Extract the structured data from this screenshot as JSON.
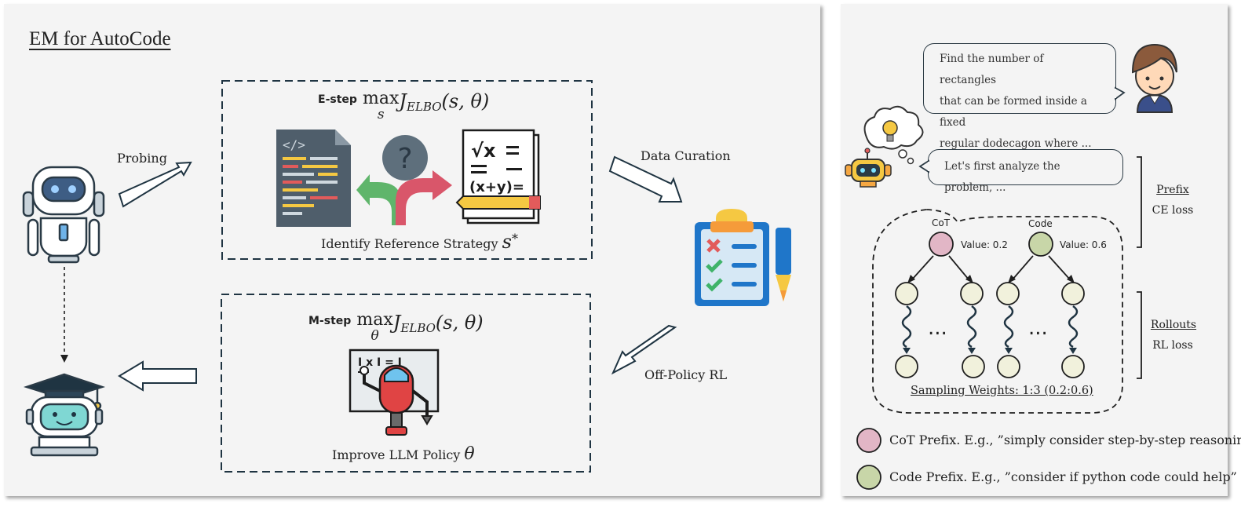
{
  "left": {
    "title": "EM for AutoCode",
    "probing": "Probing",
    "data_curation": "Data Curation",
    "off_policy": "Off-Policy RL",
    "estep": {
      "label": "E-step",
      "op": "max",
      "sub": "s",
      "expr": "J",
      "exprsub": "ELBO",
      "args": "(s, θ)",
      "caption": "Identify Reference Strategy",
      "capvar": "s",
      "capsup": "*"
    },
    "mstep": {
      "label": "M-step",
      "op": "max",
      "sub": "θ",
      "expr": "J",
      "exprsub": "ELBO",
      "args": "(s, θ)",
      "caption": "Improve LLM Policy",
      "capvar": "θ"
    },
    "math_card": {
      "l1": "√x",
      "l2": "(x+y)="
    },
    "board_text": "I x I = I"
  },
  "right": {
    "user_bubble": [
      "Find the number of rectangles",
      "that can be formed inside a fixed",
      "regular dodecagon where ..."
    ],
    "bot_bubble": "Let's first analyze the problem, ...",
    "prefix": {
      "title": "Prefix",
      "loss": "CE loss"
    },
    "rollouts": {
      "title": "Rollouts",
      "loss": "RL loss"
    },
    "cot": {
      "name": "CoT",
      "value": "Value: 0.2"
    },
    "code": {
      "name": "Code",
      "value": "Value: 0.6"
    },
    "ellipsis": "...",
    "sampling": "Sampling Weights: 1:3 (0.2:0.6)",
    "legend": [
      {
        "text": "CoT Prefix. E.g., ”simply consider step-by-step reasoning”",
        "color": "#e2b6c6"
      },
      {
        "text": "Code Prefix. E.g., ”consider if python code could help”",
        "color": "#c8d6a8"
      }
    ]
  },
  "colors": {
    "node": "#f1f1dc",
    "stroke": "#1f3442",
    "accent": "#f2c94c"
  }
}
